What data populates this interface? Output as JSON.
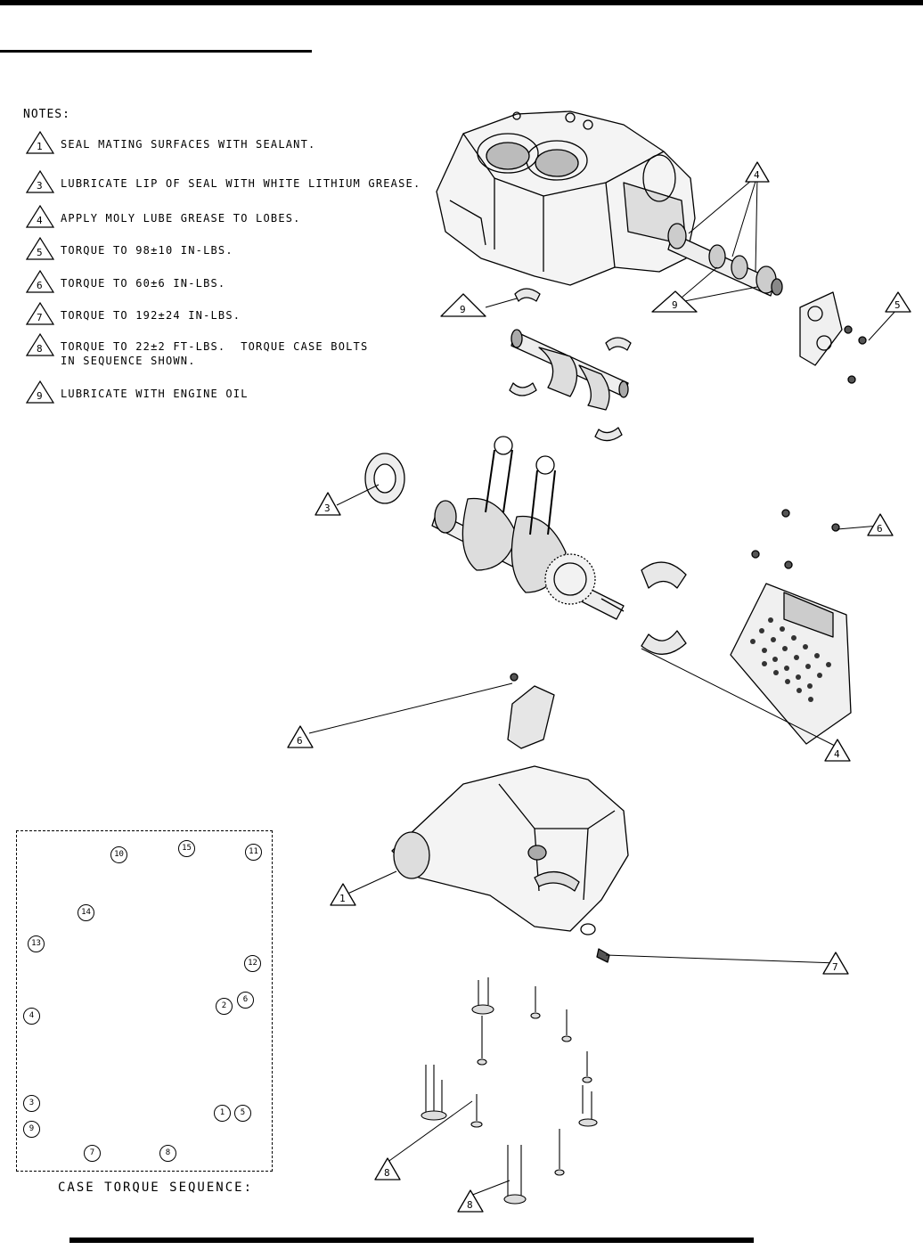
{
  "notes": {
    "title": "NOTES:",
    "items": [
      {
        "num": "1",
        "text": "SEAL MATING SURFACES WITH SEALANT."
      },
      {
        "num": "3",
        "text": "LUBRICATE LIP OF SEAL WITH WHITE LITHIUM GREASE."
      },
      {
        "num": "4",
        "text": "APPLY MOLY LUBE GREASE TO LOBES."
      },
      {
        "num": "5",
        "text": "TORQUE TO 98±10 IN-LBS."
      },
      {
        "num": "6",
        "text": "TORQUE TO 60±6 IN-LBS."
      },
      {
        "num": "7",
        "text": "TORQUE TO 192±24 IN-LBS."
      },
      {
        "num": "8",
        "text": "TORQUE TO 22±2 FT-LBS.  TORQUE CASE BOLTS\nIN SEQUENCE SHOWN."
      },
      {
        "num": "9",
        "text": "LUBRICATE WITH ENGINE OIL"
      }
    ]
  },
  "sequence": {
    "title": "CASE TORQUE SEQUENCE:",
    "numbers": [
      "10",
      "15",
      "11",
      "14",
      "13",
      "12",
      "2",
      "6",
      "4",
      "3",
      "1",
      "5",
      "9",
      "7",
      "8"
    ]
  },
  "callouts": [
    "4",
    "9",
    "9",
    "5",
    "3",
    "6",
    "6",
    "4",
    "1",
    "7",
    "8",
    "8"
  ]
}
